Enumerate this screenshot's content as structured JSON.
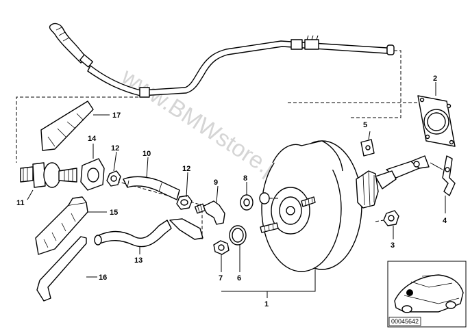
{
  "watermark": "www.BMWstore.pl",
  "document_number": "00045642",
  "callouts": {
    "p1": "1",
    "p2": "2",
    "p3": "3",
    "p4": "4",
    "p5": "5",
    "p6": "6",
    "p7": "7",
    "p8": "8",
    "p9": "9",
    "p10": "10",
    "p11": "11",
    "p12a": "12",
    "p12b": "12",
    "p13": "13",
    "p14": "14",
    "p15": "15",
    "p16": "16",
    "p17": "17"
  }
}
